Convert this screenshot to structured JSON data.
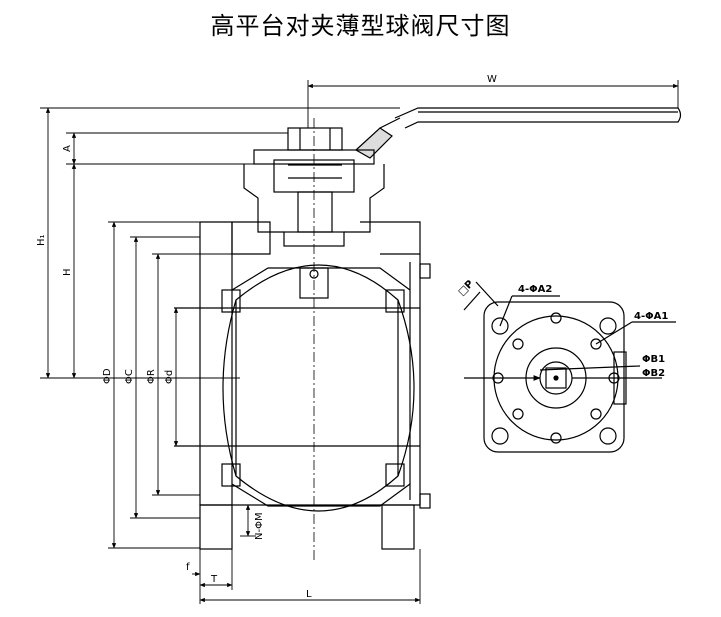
{
  "title": "高平台对夹薄型球阀尺寸图",
  "dimensions": {
    "W": "W",
    "A": "A",
    "H1": "H₁",
    "H": "H",
    "D": "ΦD",
    "C": "ΦC",
    "R": "ΦR",
    "d": "Φd",
    "NM": "N-ΦM",
    "f": "f",
    "T": "T",
    "L": "L",
    "P": "□P",
    "A2": "4-ΦA2",
    "A1": "4-ΦA1",
    "B1": "ΦB1",
    "B2": "ΦB2"
  }
}
